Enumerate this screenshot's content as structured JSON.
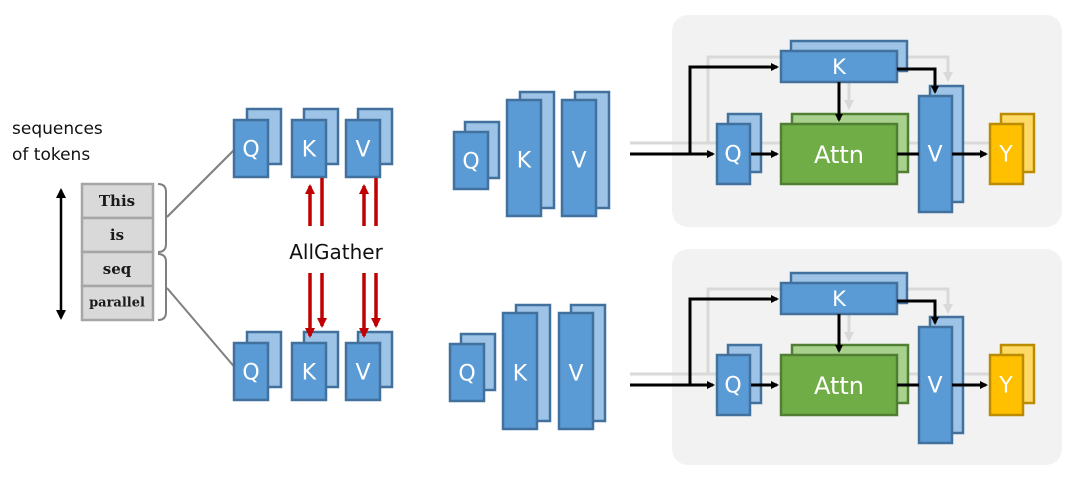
{
  "figure": {
    "caption_left": [
      "sequences",
      "of tokens"
    ],
    "tokens": [
      "This",
      "is",
      "seq",
      "parallel"
    ],
    "collective_label": "AllGather",
    "local_blocks": [
      "Q",
      "K",
      "V"
    ],
    "gathered_blocks": [
      "Q",
      "K",
      "V"
    ],
    "attention_panel": {
      "key_label": "K",
      "query_label": "Q",
      "attn_label": "Attn",
      "value_label": "V",
      "output_label": "Y"
    },
    "colors": {
      "qkv_blue": "#5b9bd5",
      "qkv_blue_back": "#9dc3e6",
      "attn_green": "#70ad47",
      "output_yellow": "#ffc000",
      "allgather_red": "#c00000",
      "panel_bg": "#f2f2f2",
      "token_bg": "#d9d9d9"
    }
  }
}
